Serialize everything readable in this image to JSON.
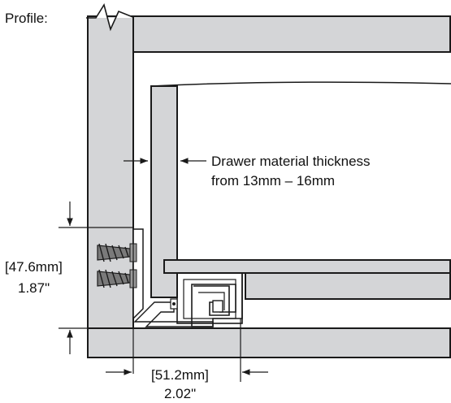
{
  "labels": {
    "profile": "Profile:",
    "thickness_line1": "Drawer material thickness",
    "thickness_line2": "from 13mm – 16mm",
    "height_mm": "[47.6mm]",
    "height_in": "1.87\"",
    "width_mm": "[51.2mm]",
    "width_in": "2.02\""
  },
  "colors": {
    "panel_fill": "#d4d5d7",
    "stroke": "#1a1a1a",
    "background": "#ffffff"
  }
}
